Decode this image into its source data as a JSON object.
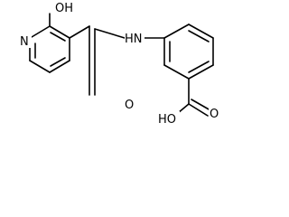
{
  "atoms": {
    "pyridine_nitrogen": "N",
    "hydroxyl_group": "OH",
    "amide_nitrogen": "HN",
    "amide_oxygen": "O",
    "acid_carbonyl_oxygen": "O",
    "acid_hydroxyl": "HO"
  }
}
